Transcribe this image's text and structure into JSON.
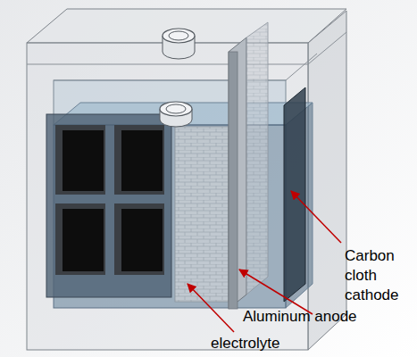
{
  "diagram": {
    "labels": [
      "Carbon cloth cathode",
      "Aluminum anode",
      "electrolyte"
    ]
  }
}
